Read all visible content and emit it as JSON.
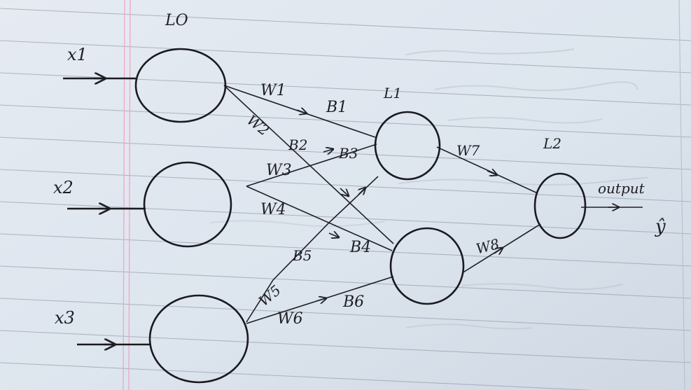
{
  "layers": {
    "input": "LO",
    "hidden": "L1",
    "output": "L2"
  },
  "inputs": [
    "x1",
    "x2",
    "x3"
  ],
  "weights": {
    "w1": "W1",
    "w2": "W2",
    "w3": "W3",
    "w4": "W4",
    "w5": "W5",
    "w6": "W6",
    "w7": "W7",
    "w8": "W8"
  },
  "biases": {
    "b1": "B1",
    "b2": "B2",
    "b3": "B3",
    "b4": "B4",
    "b5": "B5",
    "b6": "B6"
  },
  "output": {
    "label": "output",
    "symbol": "ŷ"
  },
  "colors": {
    "ink": "#1a1a1f",
    "paper": "#dfe6ee",
    "rule": "#9aa4b3",
    "margin": "#f0a6c6"
  }
}
